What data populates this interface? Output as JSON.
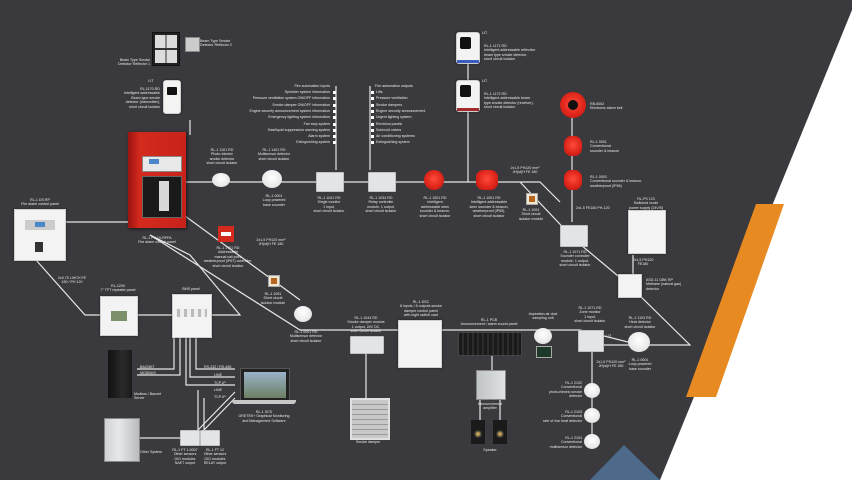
{
  "diagram": {
    "colors": {
      "background_dark": "#3a393d",
      "background_light": "#ffffff",
      "accent_orange": "#e88a22",
      "accent_steel": "#4d6a8a",
      "wire": "#e6e6e6",
      "device_red": "#d42a1e"
    },
    "left_inputs": {
      "title": "Fire automation inputs",
      "items": [
        "Sprinkler system information",
        "Pressure ventilation system ON/OFF information",
        "Smoke damper ON/OFF information",
        "Engine security announcement system information",
        "Emergency lighting system information",
        "Fan stop system",
        "Gas/liquid suppression warning system",
        "Alarm system",
        "Extinguishing system"
      ]
    },
    "right_outputs": {
      "title": "Fire automation outputs",
      "items": [
        "Lifts",
        "Pressure ventilation",
        "Smoke dampers",
        "Engine security announcement",
        "Urgent lighting system",
        "Electrical panels",
        "Solenoid valves",
        "Air conditioning systems",
        "Extinguishing system"
      ]
    },
    "devices": {
      "beam_detector": {
        "label_a": "Beam Type Smoke\nDetector Reflector 1",
        "label_b": "Beam Type Smoke\nDetector Reflector 2"
      },
      "beam_transmitter": {
        "tag": "LIT",
        "label": "RL-1170-RD\nIntelligent addressable\nBeam type smoke\ndetector (transmitter),\nshort circuit isolator"
      },
      "main_panel": {
        "label": "RL-1 FX 10-RPFA\nFire alarm control panel"
      },
      "sub_panel": {
        "label": "RL-1 DS RP\nFire alarm control panel"
      },
      "photo_detector": {
        "label": "RL-1 1101 RD\nPhoto-electric\nsmoke detector\nshort circuit isolator"
      },
      "multisensor": {
        "label": "RL-1 1401 RD\nMultisensor detector\nshort circuit isolator",
        "sub": "RL-1 0001\nLoop powered\nbase sounder"
      },
      "input_module": {
        "label": "RL-1 1041 RD\nSingle monitor\n1 input,\nshort circuit isolator"
      },
      "relay_module": {
        "label": "RL-1 1034 RD\nRelay controller\nmodule, 1 output,\nshort circuit isolator"
      },
      "sounder_1": {
        "label": "RL-1 1001 RD\nIntelligent\naddressable siren\nsounder & beacon,\nshort circuit isolator"
      },
      "sounder_2": {
        "label": "RL-1 1001 RD\nIntelligent addressable\nsiren sounder & beacon,\nweatherproof (IP65),\nshort circuit isolator"
      },
      "reflective_beam_1": {
        "tag": "LIT",
        "label": "RL-1 1171 RD\nIntelligent addressable reflective\nbeam type smoke detector,\nshort circuit isolator"
      },
      "reflective_beam_2": {
        "tag": "LIT",
        "label": "RL-1 1172 RD\nIntelligent addressable beam\ntype smoke detector (receiver),\nshort circuit isolator"
      },
      "alarm_bell": {
        "label": "RB-6002\nElectronic alarm bell"
      },
      "conv_sounder": {
        "label": "RL-1 0001\nConventional\nsounder & beacon"
      },
      "conv_sounder_ip": {
        "label": "RL-1 0003\nConventional sounder & beacon,\nweatherproof (IP65)"
      },
      "cable_spec_1": {
        "label": "2x1.5 FE180 PH-120"
      },
      "cable_spec_2": {
        "label": "2x1,5 PH120 mm²\nJH(st)H FE 180"
      },
      "short_circuit_module": {
        "label": "RL-1 1091\nShort circuit\nisolator module"
      },
      "manual_call_point": {
        "label": "RL-1 1701 RD\nAddressable\nmanual call point\nweatherproof (IP67) controller,\nshort circuit isolator"
      },
      "cable_spec_3": {
        "label": "2x1,5 PH120 mm²\nJH(st)H FE 180"
      },
      "sounder_controller": {
        "label": "RL-1 1071 RD\nSounder controller\nmodule, 1 output,\nshort circuit isolator"
      },
      "power_supply": {
        "label": "RL-PS 123\nSwitched mode\npower supply (24V/5)"
      },
      "methane_detector": {
        "label": "ASD-11 GBK RP\nMethane (natural gas)\ndetector"
      },
      "cable_spec_4": {
        "label": "2x1,5 PH120 FE180"
      },
      "cable_spec_5": {
        "label": "2x1,5 PH120 FE180"
      },
      "repeater_panel": {
        "label": "RL-1200\n7\" TFT repeater panel"
      },
      "bus_cable": {
        "label": "2x0.75 LIHCH FE\n180 / PH 120"
      },
      "bms_panel": {
        "label": "BMS panel"
      },
      "server": {
        "label": "Modbus / Bacnet\nServer"
      },
      "protocols": [
        "BACNET",
        "MODBUS",
        "RS-232 / RS-485",
        "LINE",
        "TCP-IP",
        "LINE",
        "TCP-IP"
      ],
      "software": {
        "label": "RL-1 SCS\nGRETEK+ Graphical Monitoring\nand Management Software"
      },
      "other_system": {
        "label": "Other System"
      },
      "io_module_1": {
        "label": "RL-1 FT 1-0007\nOther sensors\nDIO modules\nNAET output"
      },
      "io_module_2": {
        "label": "RL-1 FT 12\nOther sensors\nDIO modules\nRELAY output"
      },
      "multisensor_2": {
        "label": "RL-1 0001 RD\nMultisensor detector\nshort circuit isolator"
      },
      "damper_module": {
        "label": "RL-1 1044 RD\nSmoke damper module\n1 output, 24V DC,\nshort circuit isolator"
      },
      "smoke_damper": {
        "label": "Smoke damper"
      },
      "damper_panel": {
        "label": "RL-1 DSC\n8 inputs / 8 outputs smoke\ndamper control panel\nwith night switch card"
      },
      "announcement_panel": {
        "label": "RL-1 PCB\nAnnouncement / alarm sound panel"
      },
      "amplifier": {
        "label": "Announcement\namplifier"
      },
      "speaker": {
        "label": "Speaker"
      },
      "aspirating": {
        "label": "Aspiration air duct\nsampling unit"
      },
      "zone_module": {
        "label": "RL-1 1071 RD\nZone monitor\n1 input,\nshort circuit isolator",
        "tag": "LIT"
      },
      "heat_detector": {
        "label": "RL-1 1103 RD\nHeat detector\nshort circuit isolator",
        "sub": "RL-1 0001\nLoop powered\nbase sounder"
      },
      "conv_cable": {
        "label": "2x1,5 PH120 mm²\nJH(st)H FE 180"
      },
      "conv_photo": {
        "label": "RL-1 2102\nConventional\nphoto-electric smoke\ndetector"
      },
      "conv_heat": {
        "label": "RL-1 2103\nConventional\nrate of rise heat detector"
      },
      "conv_multi": {
        "label": "RL-1 2104\nConventional\nmultisensor detector"
      }
    }
  }
}
